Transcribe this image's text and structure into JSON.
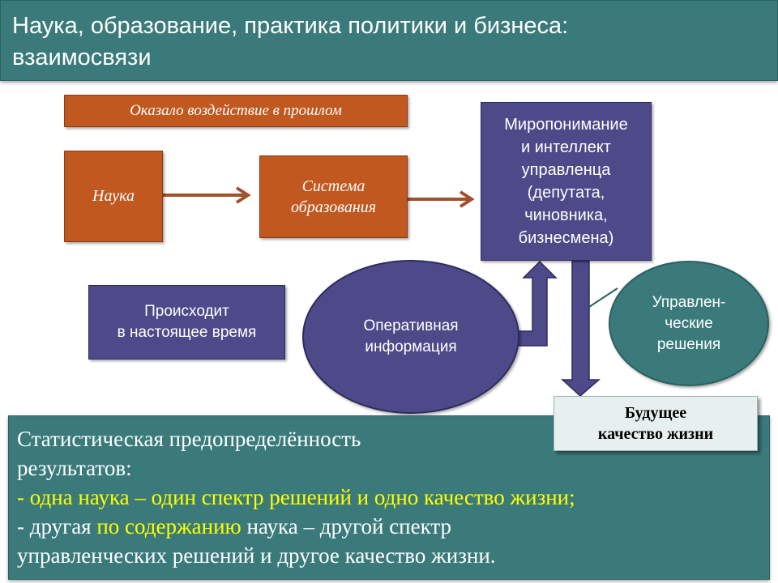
{
  "title": {
    "line1": "Наука, образование, практика политики и бизнеса:",
    "line2": "взаимосвязи"
  },
  "past_label": "Оказало воздействие в прошлом",
  "science": "Наука",
  "education": {
    "line1": "Система",
    "line2": "образования"
  },
  "worldview": {
    "line1": "Миропонимание",
    "line2": "и интеллект",
    "line3": "управленца",
    "line4": "(депутата,",
    "line5": "чиновника,",
    "line6": "бизнесмена)"
  },
  "present": {
    "line1": "Происходит",
    "line2": "в настоящее время"
  },
  "operative": {
    "line1": "Оперативная",
    "line2": "информация"
  },
  "decisions": {
    "line1": "Управлен-",
    "line2": "ческие",
    "line3": "решения"
  },
  "future": {
    "line1": "Будущее",
    "line2": "качество жизни"
  },
  "bottom": {
    "line1": "Статистическая предопределённость",
    "line2": "результатов:",
    "line3": "- одна наука – один спектр решений и одно качество жизни;",
    "line4_prefix": "- другая ",
    "line4_highlight": "по содержанию",
    "line4_suffix": " наука – другой спектр",
    "line5": "управленческих  решений и другое  качество  жизни."
  },
  "colors": {
    "teal": "#3a7a7b",
    "orange": "#c0581f",
    "purple": "#4e4a8a",
    "arrow_brown": "#a0522d",
    "highlight_yellow": "#ffff00",
    "future_box_bg": "#e6f0ef"
  }
}
